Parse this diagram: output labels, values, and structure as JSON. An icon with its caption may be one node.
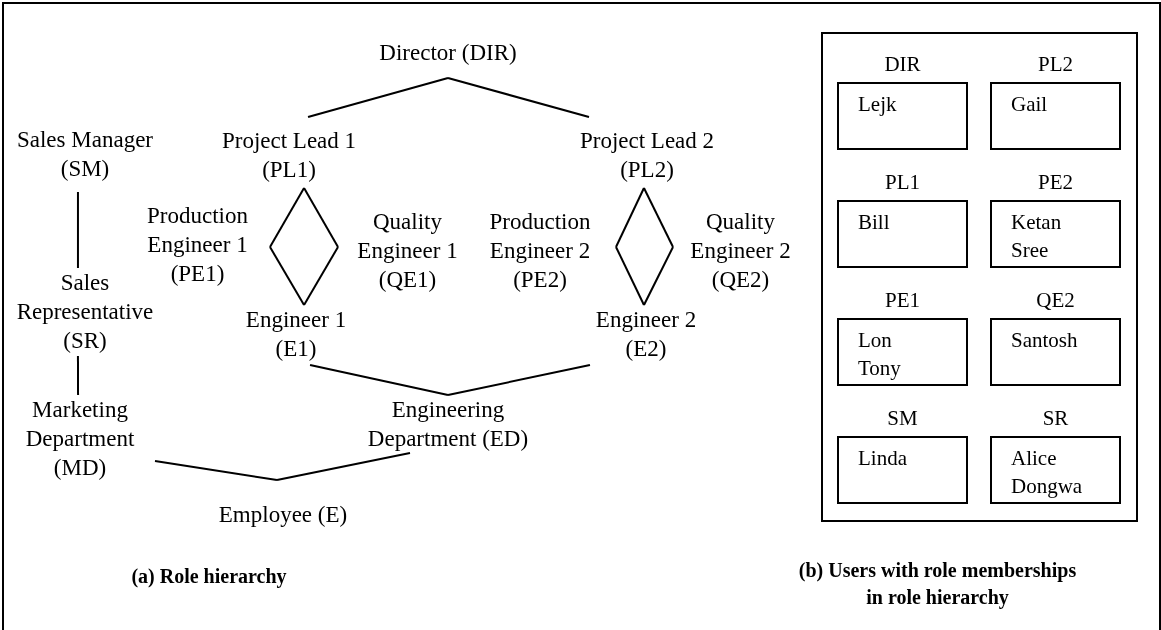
{
  "diagram": {
    "nodes": [
      {
        "text": [
          "Director (DIR)"
        ]
      },
      {
        "text": [
          "Project Lead 1 (PL1)"
        ]
      },
      {
        "text": [
          "Project Lead 2 (PL2)"
        ]
      },
      {
        "text": [
          "Sales Manager (SM)"
        ]
      },
      {
        "text": [
          "Production Engineer 1 (PE1)"
        ]
      },
      {
        "text": [
          "Quality Engineer 1 (QE1)"
        ]
      },
      {
        "text": [
          "Production Engineer 2 (PE2)"
        ]
      },
      {
        "text": [
          "Quality Engineer 2 (QE2)"
        ]
      },
      {
        "text": [
          "Sales Representative (SR)"
        ]
      },
      {
        "text": [
          "Engineer 1 (E1)"
        ]
      },
      {
        "text": [
          "Engineer 2 (E2)"
        ]
      },
      {
        "text": [
          "Marketing Department (MD)"
        ]
      },
      {
        "text": [
          "Engineering Department (ED)"
        ]
      },
      {
        "text": [
          "Employee (E)"
        ]
      },
      {
        "text": [],
        "shape": "box"
      },
      {
        "text": [
          "DIR",
          "Lejk"
        ],
        "in": 14
      },
      {
        "text": [
          "PL2",
          "Gail"
        ],
        "in": 14
      },
      {
        "text": [
          "PL1",
          "Bill"
        ],
        "in": 14
      },
      {
        "text": [
          "PE2",
          "Ketan",
          "Sree"
        ],
        "in": 14
      },
      {
        "text": [
          "PE1",
          "Lon",
          "Tony"
        ],
        "in": 14
      },
      {
        "text": [
          "QE2",
          "Santosh"
        ],
        "in": 14
      },
      {
        "text": [
          "SM",
          "Linda"
        ],
        "in": 14
      },
      {
        "text": [
          "SR",
          "Alice",
          "Dongwa"
        ],
        "in": 14
      }
    ],
    "edges": [
      {
        "from": 0,
        "to": 1,
        "arrow": "none"
      },
      {
        "from": 0,
        "to": 2,
        "arrow": "none"
      },
      {
        "from": 1,
        "to": 4,
        "arrow": "none"
      },
      {
        "from": 4,
        "to": 9,
        "arrow": "none"
      },
      {
        "from": 1,
        "to": 5,
        "arrow": "none"
      },
      {
        "from": 5,
        "to": 9,
        "arrow": "none"
      },
      {
        "from": 2,
        "to": 6,
        "arrow": "none"
      },
      {
        "from": 6,
        "to": 10,
        "arrow": "none"
      },
      {
        "from": 2,
        "to": 7,
        "arrow": "none"
      },
      {
        "from": 7,
        "to": 10,
        "arrow": "none"
      },
      {
        "from": 3,
        "to": 8,
        "arrow": "none"
      },
      {
        "from": 8,
        "to": 11,
        "arrow": "none"
      },
      {
        "from": 9,
        "to": 12,
        "arrow": "none"
      },
      {
        "from": 10,
        "to": 12,
        "arrow": "none"
      },
      {
        "from": 11,
        "to": 13,
        "arrow": "none"
      },
      {
        "from": 12,
        "to": 13,
        "arrow": "none"
      }
    ],
    "labels": [
      "(a) Role hierarchy",
      "(b) Users with role memberships in role hierarchy"
    ]
  }
}
